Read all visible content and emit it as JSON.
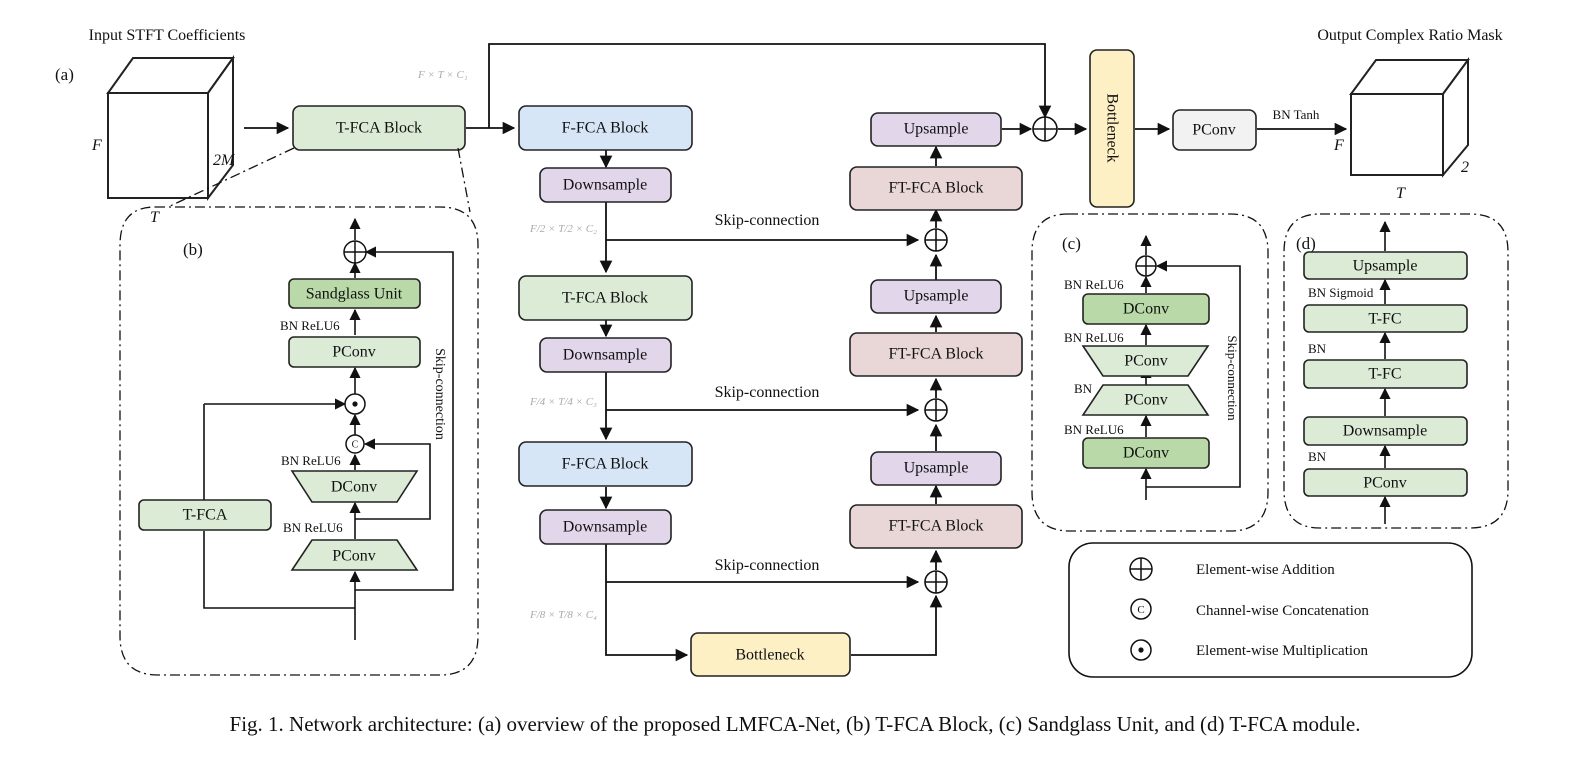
{
  "caption": "Fig. 1.  Network architecture: (a) overview of the proposed LMFCA-Net, (b) T-FCA Block, (c) Sandglass Unit, and (d) T-FCA module.",
  "panel_a": {
    "label": "(a)",
    "input_title": "Input STFT Coefficients",
    "output_title": "Output Complex Ratio Mask",
    "cube_in_F": "F",
    "cube_in_T": "T",
    "cube_in_C": "2M",
    "cube_out_F": "F",
    "cube_out_T": "T",
    "cube_out_C": "2",
    "dim1": "F × T × C₁",
    "dim2": "F/2 × T/2 × C₂",
    "dim3": "F/4 × T/4 × C₃",
    "dim4": "F/8 × T/8 × C₄",
    "blocks": {
      "tfca_top": "T-FCA Block",
      "ffca1": "F-FCA Block",
      "down1": "Downsample",
      "tfca_mid": "T-FCA Block",
      "down2": "Downsample",
      "ffca2": "F-FCA Block",
      "down3": "Downsample",
      "bottleneck_low": "Bottleneck",
      "ftfca3": "FT-FCA Block",
      "up3": "Upsample",
      "ftfca2": "FT-FCA Block",
      "up2": "Upsample",
      "ftfca1": "FT-FCA Block",
      "up1": "Upsample",
      "bottleneck_vert": "Bottleneck",
      "pconv_out": "PConv",
      "out_act": "BN Tanh"
    },
    "skip1": "Skip-connection",
    "skip2": "Skip-connection",
    "skip3": "Skip-connection"
  },
  "panel_b": {
    "label": "(b)",
    "sandglass": "Sandglass Unit",
    "act_pconv_top": "BN ReLU6",
    "pconv_top": "PConv",
    "concat": "C",
    "act_dconv": "BN ReLU6",
    "dconv": "DConv",
    "act_pconv_bot": "BN ReLU6",
    "pconv_bot": "PConv",
    "tfca": "T-FCA",
    "skip": "Skip-connection"
  },
  "panel_c": {
    "label": "(c)",
    "act1": "BN ReLU6",
    "dconv_top": "DConv",
    "act2": "BN ReLU6",
    "pconv_top": "PConv",
    "act3": "BN",
    "pconv_bot": "PConv",
    "act4": "BN ReLU6",
    "dconv_bot": "DConv",
    "skip": "Skip-connection"
  },
  "panel_d": {
    "label": "(d)",
    "upsample": "Upsample",
    "act1": "BN Sigmoid",
    "tfc_top": "T-FC",
    "act2": "BN",
    "tfc_bot": "T-FC",
    "downsample": "Downsample",
    "act3": "BN",
    "pconv": "PConv"
  },
  "legend": {
    "add": "Element-wise Addition",
    "concat_symbol": "C",
    "concat": "Channel-wise Concatenation",
    "mult": "Element-wise Multiplication"
  },
  "colors": {
    "green": "#dcebd6",
    "green_dark": "#b9d9a8",
    "blue": "#d6e6f7",
    "purple": "#e2d6ea",
    "pink": "#e9d6d6",
    "yellow": "#fdf0c4",
    "gray": "#f2f2f2"
  }
}
